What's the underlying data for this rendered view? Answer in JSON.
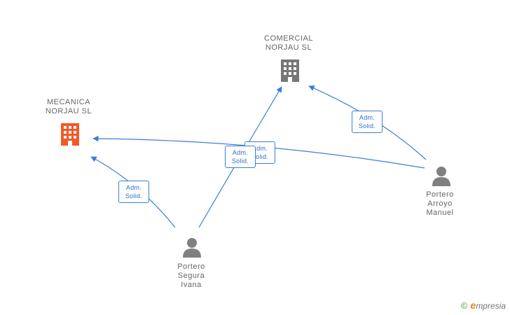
{
  "companies": {
    "comercial": {
      "line1": "COMERCIAL",
      "line2": "NORJAU SL",
      "color": "#777777"
    },
    "mecanica": {
      "line1": "MECANICA",
      "line2": "NORJAU SL",
      "color": "#f05a28"
    }
  },
  "persons": {
    "segura": {
      "line1": "Portero",
      "line2": "Segura",
      "line3": "Ivana"
    },
    "arroyo": {
      "line1": "Portero",
      "line2": "Arroyo",
      "line3": "Manuel"
    }
  },
  "badges": {
    "segura_mecanica": {
      "line1": "Adm.",
      "line2": "Solid."
    },
    "segura_comercial": {
      "line1": "Adm.",
      "line2": "Solid."
    },
    "arroyo_mecanica": {
      "line1": "Adm.",
      "line2": "Solid."
    },
    "arroyo_comercial": {
      "line1": "Adm.",
      "line2": "Solid."
    }
  },
  "footer": {
    "copyright": "©",
    "brand_initial": "e",
    "brand_rest": "mpresia"
  },
  "colors": {
    "edge": "#3b7dd8",
    "person": "#808080"
  }
}
